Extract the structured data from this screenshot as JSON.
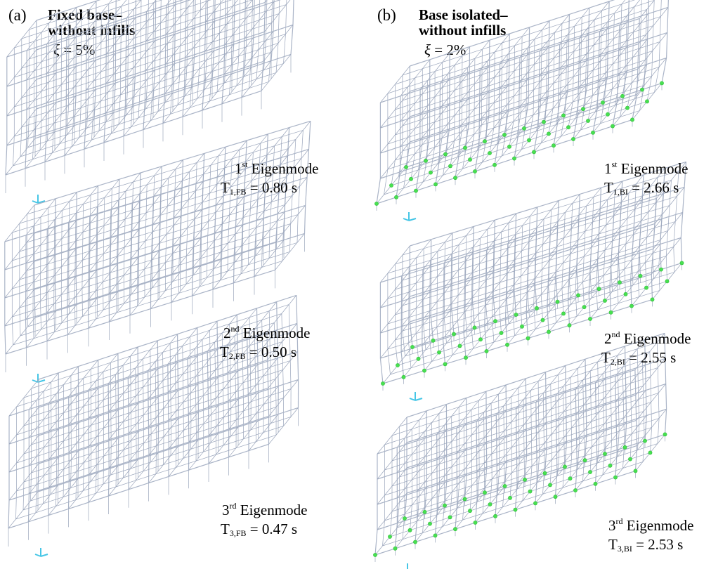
{
  "panels": [
    {
      "id": "(a)",
      "heading_line1": "Fixed base–",
      "heading_line2": "without infills",
      "damping_symbol": "ξ",
      "damping_value": "= 5%",
      "isolated": false,
      "modes": [
        {
          "ordinal": "1",
          "suffix": "st",
          "name": "Eigenmode",
          "period_symbol": "T",
          "period_sub": "1,FB",
          "period_value": "= 0.80 s"
        },
        {
          "ordinal": "2",
          "suffix": "nd",
          "name": "Eigenmode",
          "period_symbol": "T",
          "period_sub": "2,FB",
          "period_value": "= 0.50 s"
        },
        {
          "ordinal": "3",
          "suffix": "rd",
          "name": "Eigenmode",
          "period_symbol": "T",
          "period_sub": "3,FB",
          "period_value": "= 0.47 s"
        }
      ]
    },
    {
      "id": "(b)",
      "heading_line1": "Base isolated–",
      "heading_line2": "without infills",
      "damping_symbol": "ξ",
      "damping_value": "= 2%",
      "isolated": true,
      "modes": [
        {
          "ordinal": "1",
          "suffix": "st",
          "name": "Eigenmode",
          "period_symbol": "T",
          "period_sub": "1,BI",
          "period_value": "= 2.66 s"
        },
        {
          "ordinal": "2",
          "suffix": "nd",
          "name": "Eigenmode",
          "period_symbol": "T",
          "period_sub": "2,BI",
          "period_value": "= 2.55 s"
        },
        {
          "ordinal": "3",
          "suffix": "rd",
          "name": "Eigenmode",
          "period_symbol": "T",
          "period_sub": "3,BI",
          "period_value": "= 2.53 s"
        }
      ]
    }
  ],
  "colors": {
    "frame": "#aab4c7",
    "isolator": "#48e050",
    "axis": "#46c6e6"
  },
  "icons": [
    "building-frame-icon",
    "isolator-bearing-icon",
    "axis-triad-icon"
  ]
}
